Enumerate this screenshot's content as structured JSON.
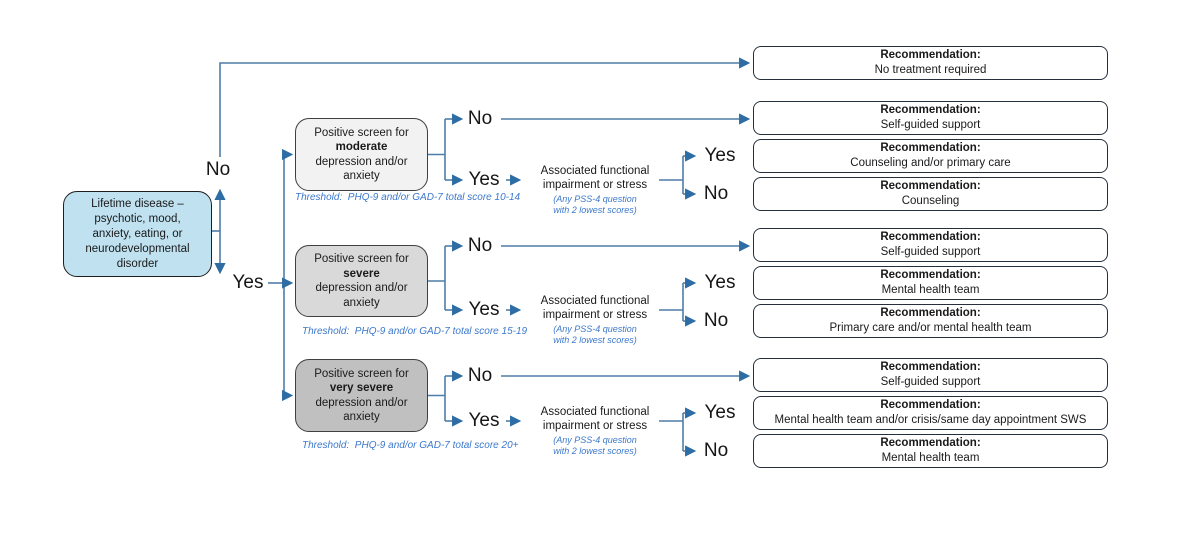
{
  "root": {
    "text": "Lifetime disease –\npsychotic, mood,\nanxiety, eating, or\nneurodevelopmental\ndisorder"
  },
  "labels": {
    "no": "No",
    "yes": "Yes"
  },
  "impairment": {
    "title": "Associated functional\nimpairment or stress",
    "note": "(Any PSS-4 question\nwith 2 lowest scores)"
  },
  "branches": [
    {
      "pre": "Positive screen for",
      "severity": "moderate",
      "post": "depression and/or\nanxiety",
      "threshold": "Threshold:  PHQ-9 and/or GAD-7 total score 10-14"
    },
    {
      "pre": "Positive screen for",
      "severity": "severe",
      "post": "depression and/or\nanxiety",
      "threshold": "Threshold:  PHQ-9 and/or GAD-7 total score 15-19"
    },
    {
      "pre": "Positive screen for",
      "severity": "very severe",
      "post": "depression and/or\nanxiety",
      "threshold": "Threshold:  PHQ-9 and/or GAD-7 total score 20+"
    }
  ],
  "recommendations": [
    {
      "header": "Recommendation:",
      "body": "No treatment required"
    },
    {
      "header": "Recommendation:",
      "body": "Self-guided support"
    },
    {
      "header": "Recommendation:",
      "body": "Counseling and/or primary care"
    },
    {
      "header": "Recommendation:",
      "body": "Counseling"
    },
    {
      "header": "Recommendation:",
      "body": "Self-guided support"
    },
    {
      "header": "Recommendation:",
      "body": "Mental health team"
    },
    {
      "header": "Recommendation:",
      "body": "Primary care and/or mental health team"
    },
    {
      "header": "Recommendation:",
      "body": "Self-guided support"
    },
    {
      "header": "Recommendation:",
      "body": "Mental health team and/or crisis/same day appointment SWS"
    },
    {
      "header": "Recommendation:",
      "body": "Mental health team"
    }
  ],
  "colors": {
    "root_fill": "#bfe1f0",
    "connector": "#4f7da7",
    "arrowhead": "#2e6da4",
    "note_blue": "#3b78cc",
    "shade_none": "#ffffff",
    "shade_mild": "#f2f2f2",
    "shade_moderate": "#d9d9d9",
    "shade_severe": "#c0c0c0"
  }
}
